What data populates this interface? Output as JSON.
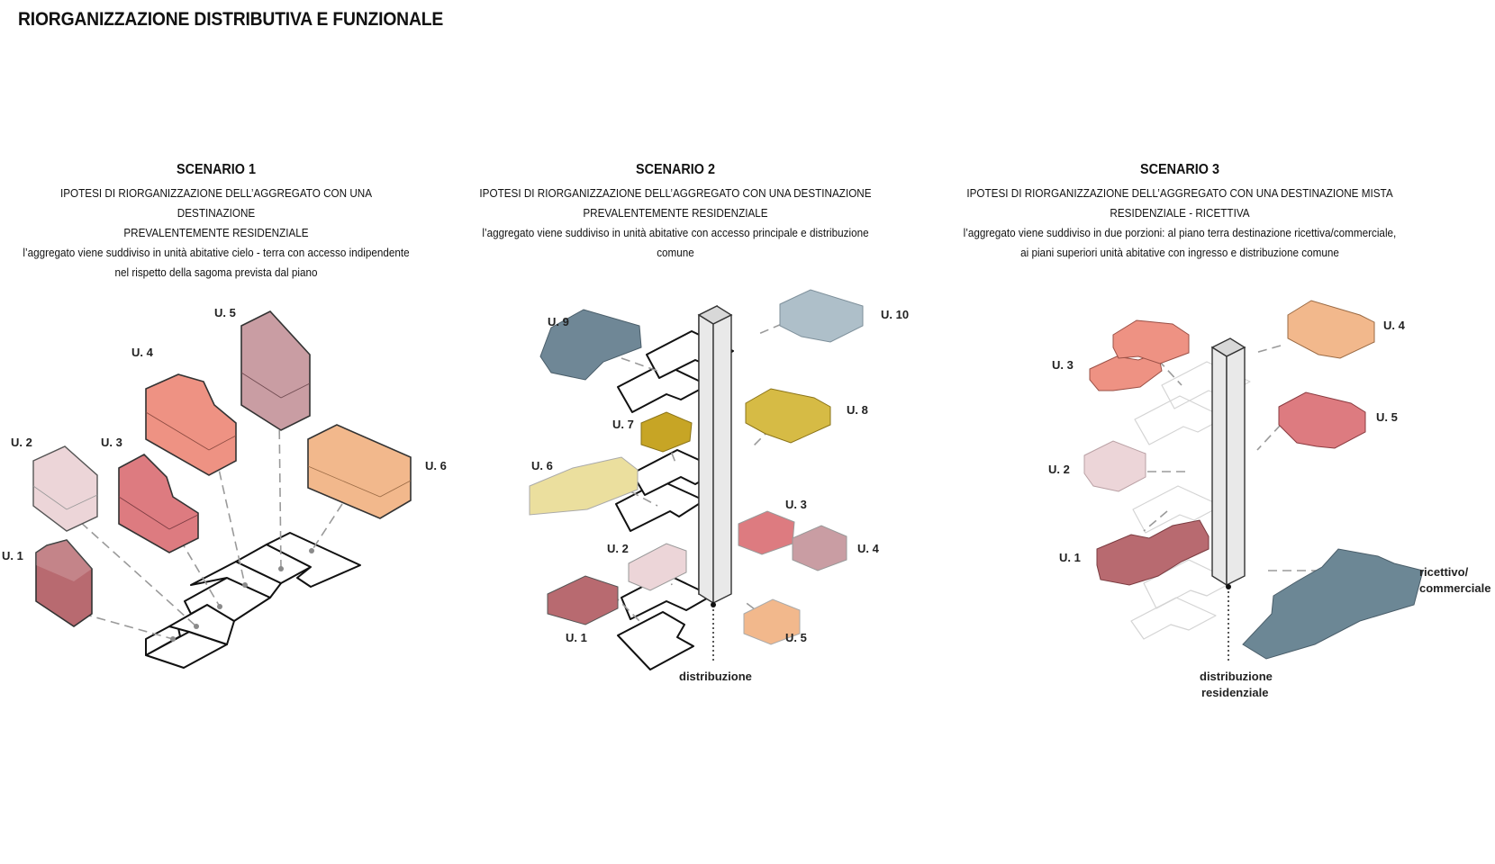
{
  "page": {
    "title": "RIORGANIZZAZIONE DISTRIBUTIVA E FUNZIONALE"
  },
  "scenarios": [
    {
      "title": "SCENARIO 1",
      "line1": "IPOTESI DI RIORGANIZZAZIONE DELL’AGGREGATO CON UNA DESTINAZIONE",
      "line2": "PREVALENTEMENTE RESIDENZIALE",
      "line3": "l’aggregato viene suddiviso in unità abitative cielo - terra con accesso indipendente",
      "line4": "nel rispetto della sagoma prevista dal piano",
      "units": [
        "U. 1",
        "U. 2",
        "U. 3",
        "U. 4",
        "U. 5",
        "U. 6"
      ]
    },
    {
      "title": "SCENARIO 2",
      "line1": "IPOTESI DI RIORGANIZZAZIONE DELL’AGGREGATO CON UNA DESTINAZIONE",
      "line2": "PREVALENTEMENTE RESIDENZIALE",
      "line3": "l’aggregato viene suddiviso in unità abitative con accesso principale e distribuzione comune",
      "units": [
        "U. 1",
        "U. 2",
        "U. 3",
        "U. 4",
        "U. 5",
        "U. 6",
        "U. 7",
        "U. 8",
        "U. 9",
        "U. 10"
      ],
      "shaft_label": "distribuzione"
    },
    {
      "title": "SCENARIO 3",
      "line1": "IPOTESI DI RIORGANIZZAZIONE DELL’AGGREGATO CON UNA DESTINAZIONE MISTA",
      "line2": "RESIDENZIALE - RICETTIVA",
      "line3": "l’aggregato viene suddiviso in due porzioni: al piano terra destinazione ricettiva/commerciale,",
      "line4": "ai piani superiori unità abitative con ingresso e distribuzione comune",
      "units": [
        "U. 1",
        "U. 2",
        "U. 3",
        "U. 4",
        "U. 5"
      ],
      "shaft_label_1": "distribuzione",
      "shaft_label_2": "residenziale",
      "ground_label_1": "ricettivo/",
      "ground_label_2": "commerciale"
    }
  ],
  "colors": {
    "u1": "#b86a70",
    "u2": "#ecd5d8",
    "u3": "#dd7b80",
    "u4": "#ee9283",
    "u5": "#c99da3",
    "u6": "#f2b88c",
    "u7": "#c7a525",
    "u8": "#d6bb45",
    "u9": "#6f8796",
    "u10": "#aebfc9",
    "u6_s2": "#ebdf9e",
    "commercial": "#6c8795"
  }
}
